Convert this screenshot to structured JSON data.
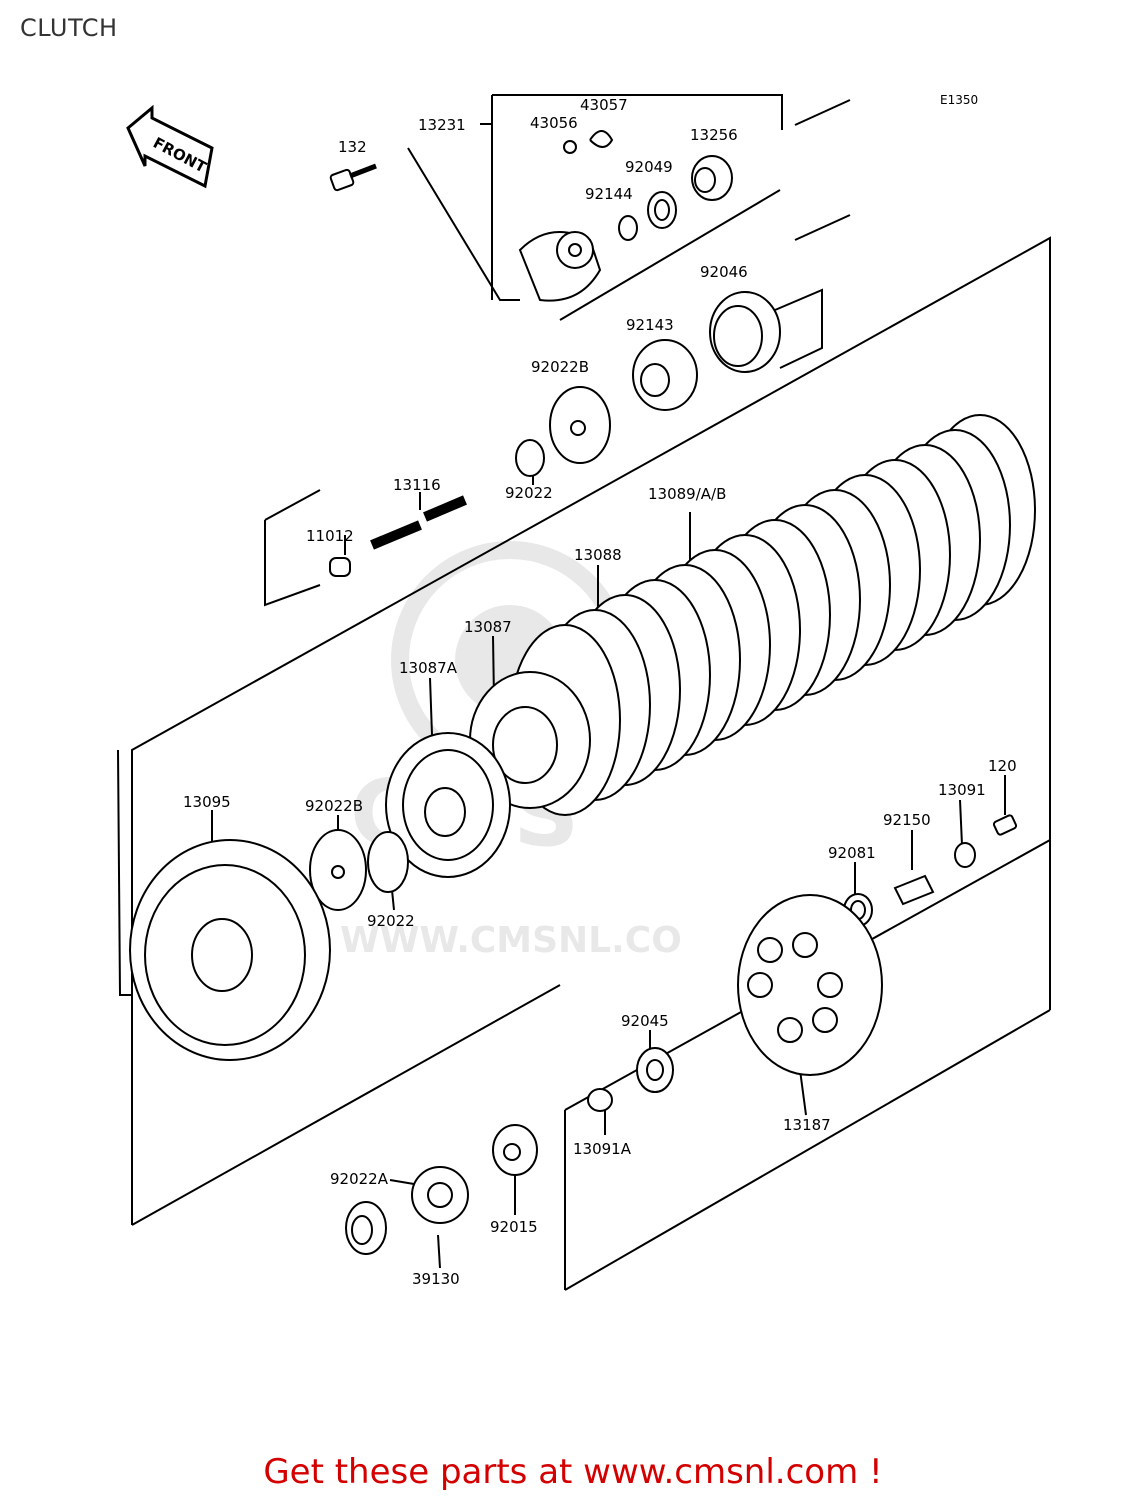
{
  "title": "CLUTCH",
  "drawing_code": "E1350",
  "direction_label": "FRONT",
  "footer": "Get these parts at www.cmsnl.com !",
  "watermark": {
    "brand": "CMS",
    "url": "WWW.CMSNL.CO"
  },
  "colors": {
    "footer_text": "#d40000",
    "line": "#000000",
    "watermark": "#9a9a9a"
  },
  "labels": {
    "p13231": "13231",
    "p43057": "43057",
    "p43056": "43056",
    "p13256": "13256",
    "p132": "132",
    "p92049": "92049",
    "p92144": "92144",
    "p92046": "92046",
    "p92143": "92143",
    "p92022B_top": "92022B",
    "p92022_top": "92022",
    "p13116": "13116",
    "p11012": "11012",
    "p13089": "13089/A/B",
    "p13088": "13088",
    "p13087": "13087",
    "p13087A": "13087A",
    "p13095": "13095",
    "p92022B_mid": "92022B",
    "p92022_mid": "92022",
    "p120": "120",
    "p13091": "13091",
    "p92150": "92150",
    "p92081": "92081",
    "p92045": "92045",
    "p13091A": "13091A",
    "p13187": "13187",
    "p92022A": "92022A",
    "p92015": "92015",
    "p39130": "39130"
  }
}
